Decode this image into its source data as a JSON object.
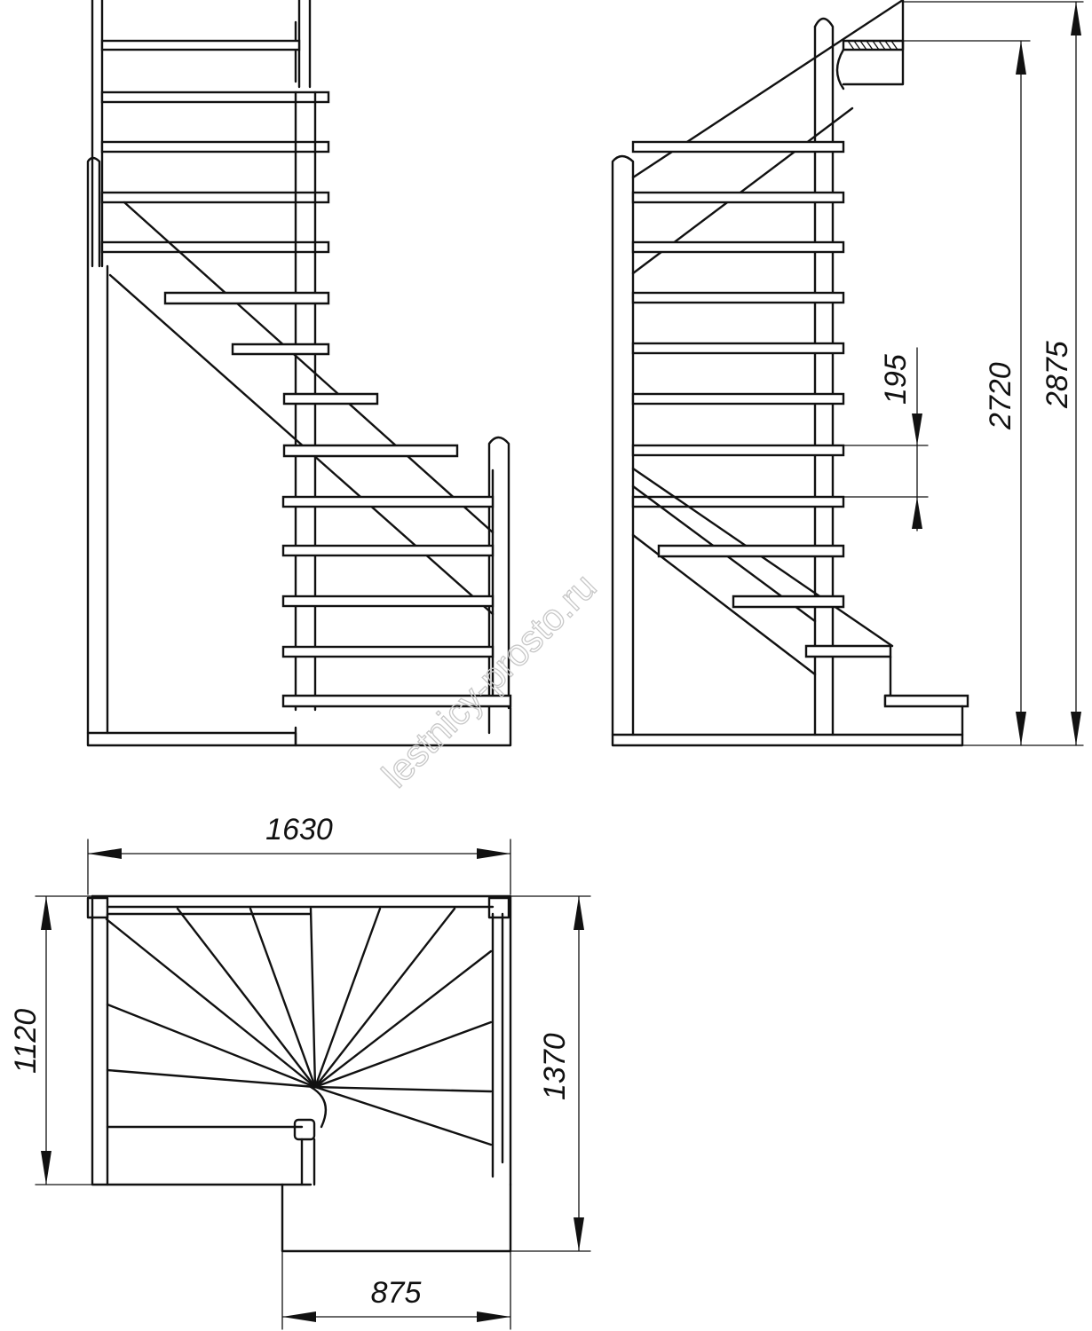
{
  "watermark": "lestnicy-prosto.ru",
  "dimensions": {
    "total_height": "2875",
    "floor_height": "2720",
    "step_rise": "195",
    "overall_width": "1630",
    "lower_flight_width": "875",
    "upper_depth": "1120",
    "overall_depth": "1370"
  }
}
